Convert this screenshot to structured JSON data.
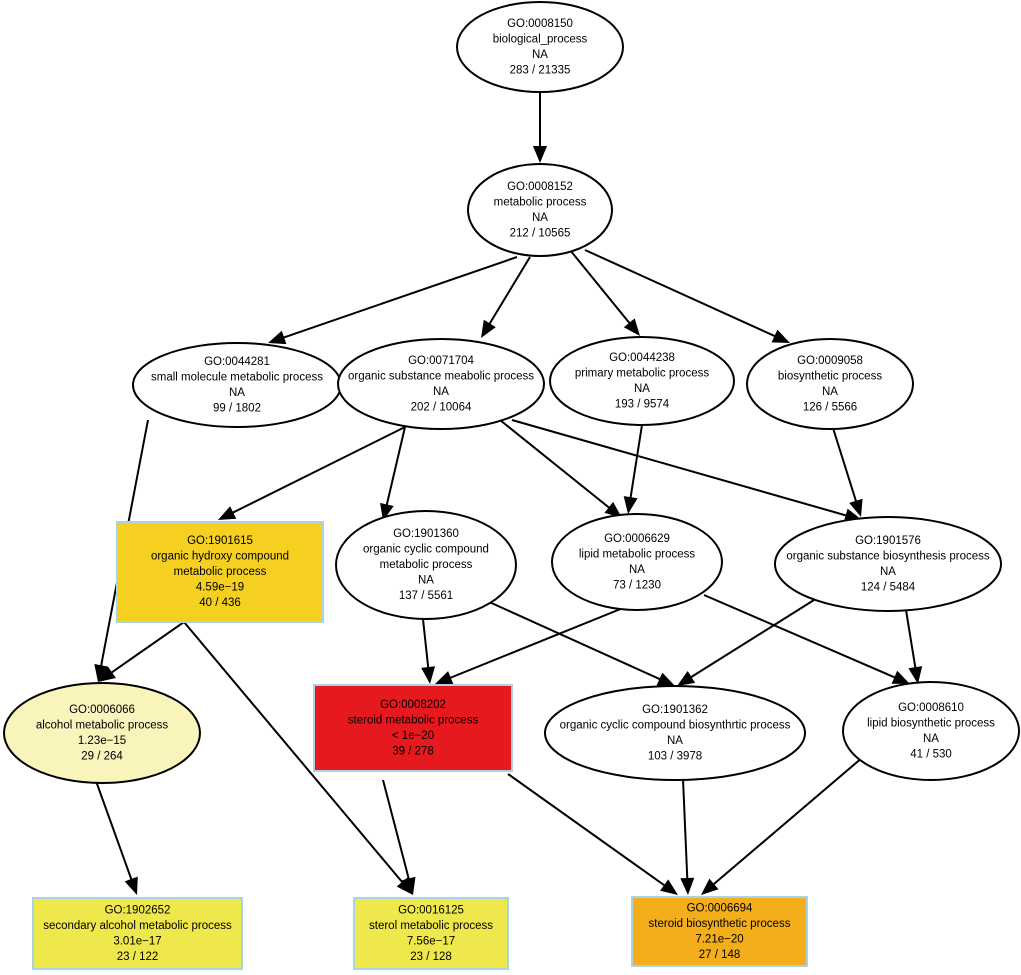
{
  "nodes": [
    {
      "id": "GO:0008150",
      "lines": [
        "GO:0008150",
        "biological_process",
        "NA",
        "283 / 21335"
      ]
    },
    {
      "id": "GO:0008152",
      "lines": [
        "GO:0008152",
        "metabolic process",
        "NA",
        "212 / 10565"
      ]
    },
    {
      "id": "GO:0044281",
      "lines": [
        "GO:0044281",
        "small molecule metabolic process",
        "NA",
        "99 / 1802"
      ]
    },
    {
      "id": "GO:0071704",
      "lines": [
        "GO:0071704",
        "organic substance meabolic process",
        "NA",
        "202 / 10064"
      ]
    },
    {
      "id": "GO:0044238",
      "lines": [
        "GO:0044238",
        "primary metabolic process",
        "NA",
        "193 / 9574"
      ]
    },
    {
      "id": "GO:0009058",
      "lines": [
        "GO:0009058",
        "biosynthetic process",
        "NA",
        "126 / 5566"
      ]
    },
    {
      "id": "GO:1901615",
      "lines": [
        "GO:1901615",
        "organic hydroxy compound",
        "metabolic process",
        "4.59e−19",
        "40 / 436"
      ],
      "color": "#f5d020"
    },
    {
      "id": "GO:1901360",
      "lines": [
        "GO:1901360",
        "organic cyclic compound",
        "metabolic process",
        "NA",
        "137 / 5561"
      ]
    },
    {
      "id": "GO:0006629",
      "lines": [
        "GO:0006629",
        "lipid metabolic process",
        "NA",
        "73 / 1230"
      ]
    },
    {
      "id": "GO:1901576",
      "lines": [
        "GO:1901576",
        "organic substance biosynthesis process",
        "NA",
        "124 / 5484"
      ]
    },
    {
      "id": "GO:0006066",
      "lines": [
        "GO:0006066",
        "alcohol metabolic process",
        "1.23e−15",
        "29 / 264"
      ],
      "color": "#f8f4bc"
    },
    {
      "id": "GO:0008202",
      "lines": [
        "GO:0008202",
        "steroid metabolic process",
        "< 1e−20",
        "39 / 278"
      ],
      "color": "#e5191e"
    },
    {
      "id": "GO:1901362",
      "lines": [
        "GO:1901362",
        "organic cyclic compound biosynthrtic process",
        "NA",
        "103 / 3978"
      ]
    },
    {
      "id": "GO:0008610",
      "lines": [
        "GO:0008610",
        "lipid biosynthetic process",
        "NA",
        "41 / 530"
      ]
    },
    {
      "id": "GO:1902652",
      "lines": [
        "GO:1902652",
        "secondary alcohol metabolic process",
        "3.01e−17",
        "23 / 122"
      ],
      "color": "#efe84c"
    },
    {
      "id": "GO:0016125",
      "lines": [
        "GO:0016125",
        "sterol metabolic process",
        "7.56e−17",
        "23 / 128"
      ],
      "color": "#efe84c"
    },
    {
      "id": "GO:0006694",
      "lines": [
        "GO:0006694",
        "steroid biosynthetic process",
        "7.21e−20",
        "27 / 148"
      ],
      "color": "#f4ae1b"
    }
  ],
  "edges": [
    [
      "GO:0008150",
      "GO:0008152"
    ],
    [
      "GO:0008152",
      "GO:0044281"
    ],
    [
      "GO:0008152",
      "GO:0071704"
    ],
    [
      "GO:0008152",
      "GO:0044238"
    ],
    [
      "GO:0008152",
      "GO:0009058"
    ],
    [
      "GO:0044281",
      "GO:0006066"
    ],
    [
      "GO:0071704",
      "GO:1901615"
    ],
    [
      "GO:0071704",
      "GO:1901360"
    ],
    [
      "GO:0071704",
      "GO:0006629"
    ],
    [
      "GO:0071704",
      "GO:1901576"
    ],
    [
      "GO:0044238",
      "GO:0006629"
    ],
    [
      "GO:0009058",
      "GO:1901576"
    ],
    [
      "GO:1901615",
      "GO:0006066"
    ],
    [
      "GO:1901615",
      "GO:0016125"
    ],
    [
      "GO:1901360",
      "GO:0008202"
    ],
    [
      "GO:1901360",
      "GO:1901362"
    ],
    [
      "GO:0006629",
      "GO:0008202"
    ],
    [
      "GO:0006629",
      "GO:0008610"
    ],
    [
      "GO:1901576",
      "GO:1901362"
    ],
    [
      "GO:1901576",
      "GO:0008610"
    ],
    [
      "GO:0006066",
      "GO:1902652"
    ],
    [
      "GO:0008202",
      "GO:0016125"
    ],
    [
      "GO:0008202",
      "GO:0006694"
    ],
    [
      "GO:1901362",
      "GO:0006694"
    ],
    [
      "GO:0008610",
      "GO:0006694"
    ]
  ]
}
